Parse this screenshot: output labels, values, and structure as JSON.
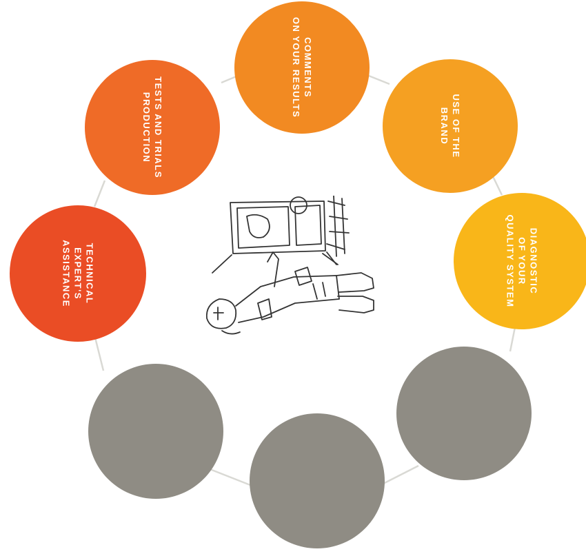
{
  "diagram": {
    "connector_color": "#d9d9d4",
    "illustration_icon": "technician-at-window-icon",
    "services": [
      {
        "id": "comments",
        "label": "COMMENTS\nON YOUR RESULTS",
        "color": "#f28a22"
      },
      {
        "id": "tests",
        "label": "TESTS AND TRIALS\nPRODUCTION",
        "color": "#ef6b27"
      },
      {
        "id": "brand",
        "label": "USE OF THE\nBRAND",
        "color": "#f5a022"
      },
      {
        "id": "technical",
        "label": "TECHNICAL\nEXPERT'S\nASSISTANCE",
        "color": "#ea4d25"
      },
      {
        "id": "diagnostic",
        "label": "DIAGNOSTIC\nOF YOUR\nQUALITY SYSTEM",
        "color": "#f9b619"
      },
      {
        "id": "empty-1",
        "label": "",
        "color": "#8f8c84"
      },
      {
        "id": "empty-2",
        "label": "",
        "color": "#8f8c84"
      },
      {
        "id": "empty-3",
        "label": "",
        "color": "#8f8c84"
      }
    ]
  }
}
